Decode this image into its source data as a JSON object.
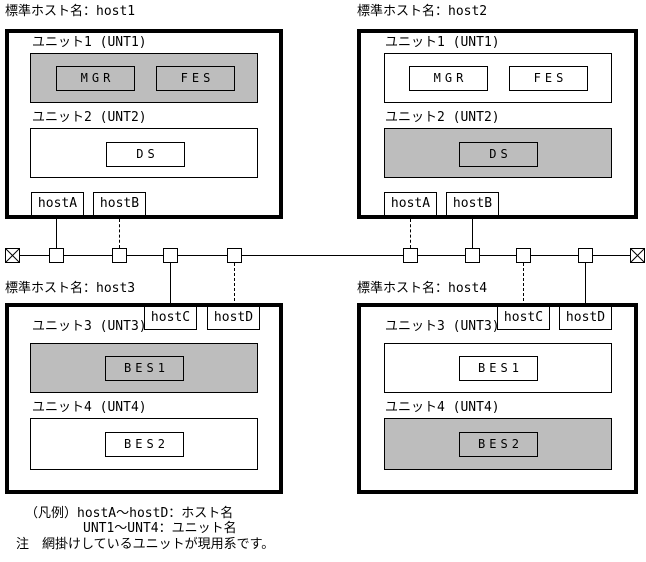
{
  "diagram": {
    "hosts": [
      {
        "title": "標準ホスト名：host1",
        "units": [
          {
            "label": "ユニット1 (UNT1)",
            "shaded": true,
            "processes": [
              "MGR",
              "FES"
            ]
          },
          {
            "label": "ユニット2 (UNT2)",
            "shaded": false,
            "processes": [
              "DS"
            ]
          }
        ],
        "ports": [
          "hostA",
          "hostB"
        ]
      },
      {
        "title": "標準ホスト名：host2",
        "units": [
          {
            "label": "ユニット1 (UNT1)",
            "shaded": false,
            "processes": [
              "MGR",
              "FES"
            ]
          },
          {
            "label": "ユニット2 (UNT2)",
            "shaded": true,
            "processes": [
              "DS"
            ]
          }
        ],
        "ports": [
          "hostA",
          "hostB"
        ]
      },
      {
        "title": "標準ホスト名：host3",
        "units": [
          {
            "label": "ユニット3 (UNT3)",
            "shaded": true,
            "processes": [
              "BES1"
            ]
          },
          {
            "label": "ユニット4 (UNT4)",
            "shaded": false,
            "processes": [
              "BES2"
            ]
          }
        ],
        "ports": [
          "hostC",
          "hostD"
        ]
      },
      {
        "title": "標準ホスト名：host4",
        "units": [
          {
            "label": "ユニット3 (UNT3)",
            "shaded": false,
            "processes": [
              "BES1"
            ]
          },
          {
            "label": "ユニット4 (UNT4)",
            "shaded": true,
            "processes": [
              "BES2"
            ]
          }
        ],
        "ports": [
          "hostC",
          "hostD"
        ]
      }
    ],
    "legend": {
      "line1": "（凡例）hostA～hostD：ホスト名",
      "line2": "UNT1～UNT4：ユニット名",
      "note": "注　網掛けしているユニットが現用系です。"
    },
    "colors": {
      "shaded_unit": "#bdbdbd",
      "line": "#000000",
      "background": "#ffffff"
    }
  }
}
